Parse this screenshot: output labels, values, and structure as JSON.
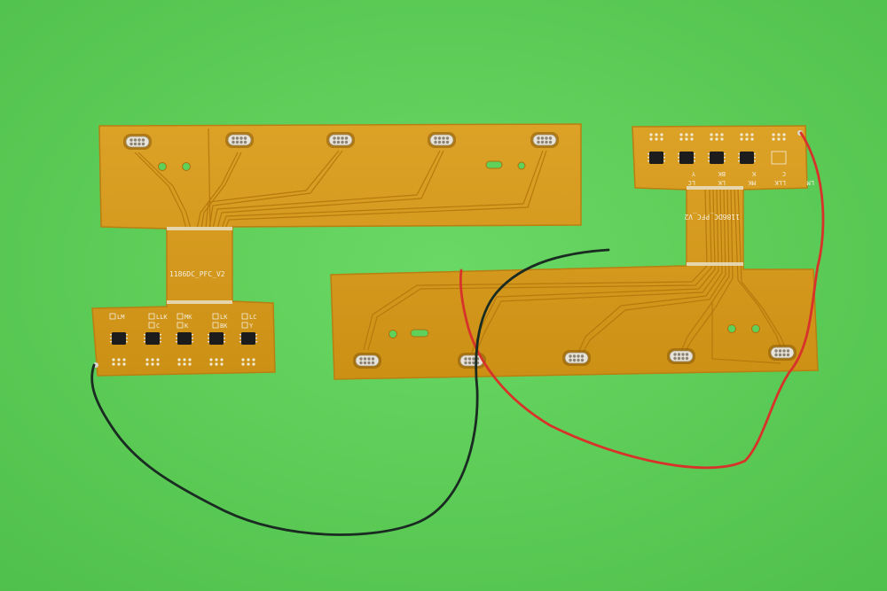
{
  "palette": {
    "background": "#5fd05a",
    "flex_pcb": "#d59a1c",
    "flex_pcb_edge": "#b97f10",
    "trace": "#b8790c",
    "silkscreen": "#f4eedc",
    "chip": "#1c1c1c",
    "red_wire": "#d8332a",
    "black_wire": "#1a2b22"
  },
  "left_board": {
    "version_label": "1186DC_PFC_V2",
    "channel_labels": [
      "LM",
      "LLK",
      "MK",
      "LK",
      "LC",
      "C",
      "K",
      "BK",
      "Y"
    ],
    "connector_count": 5,
    "chip_count": 5
  },
  "right_board": {
    "version_label": "1186DC_PFC_V2",
    "channel_labels": [
      "LM",
      "LLK",
      "MK",
      "LK",
      "LC",
      "C",
      "K",
      "BK",
      "Y"
    ],
    "connector_count": 5,
    "chip_count": 4
  },
  "wires": [
    "red-wire",
    "black-wire"
  ]
}
